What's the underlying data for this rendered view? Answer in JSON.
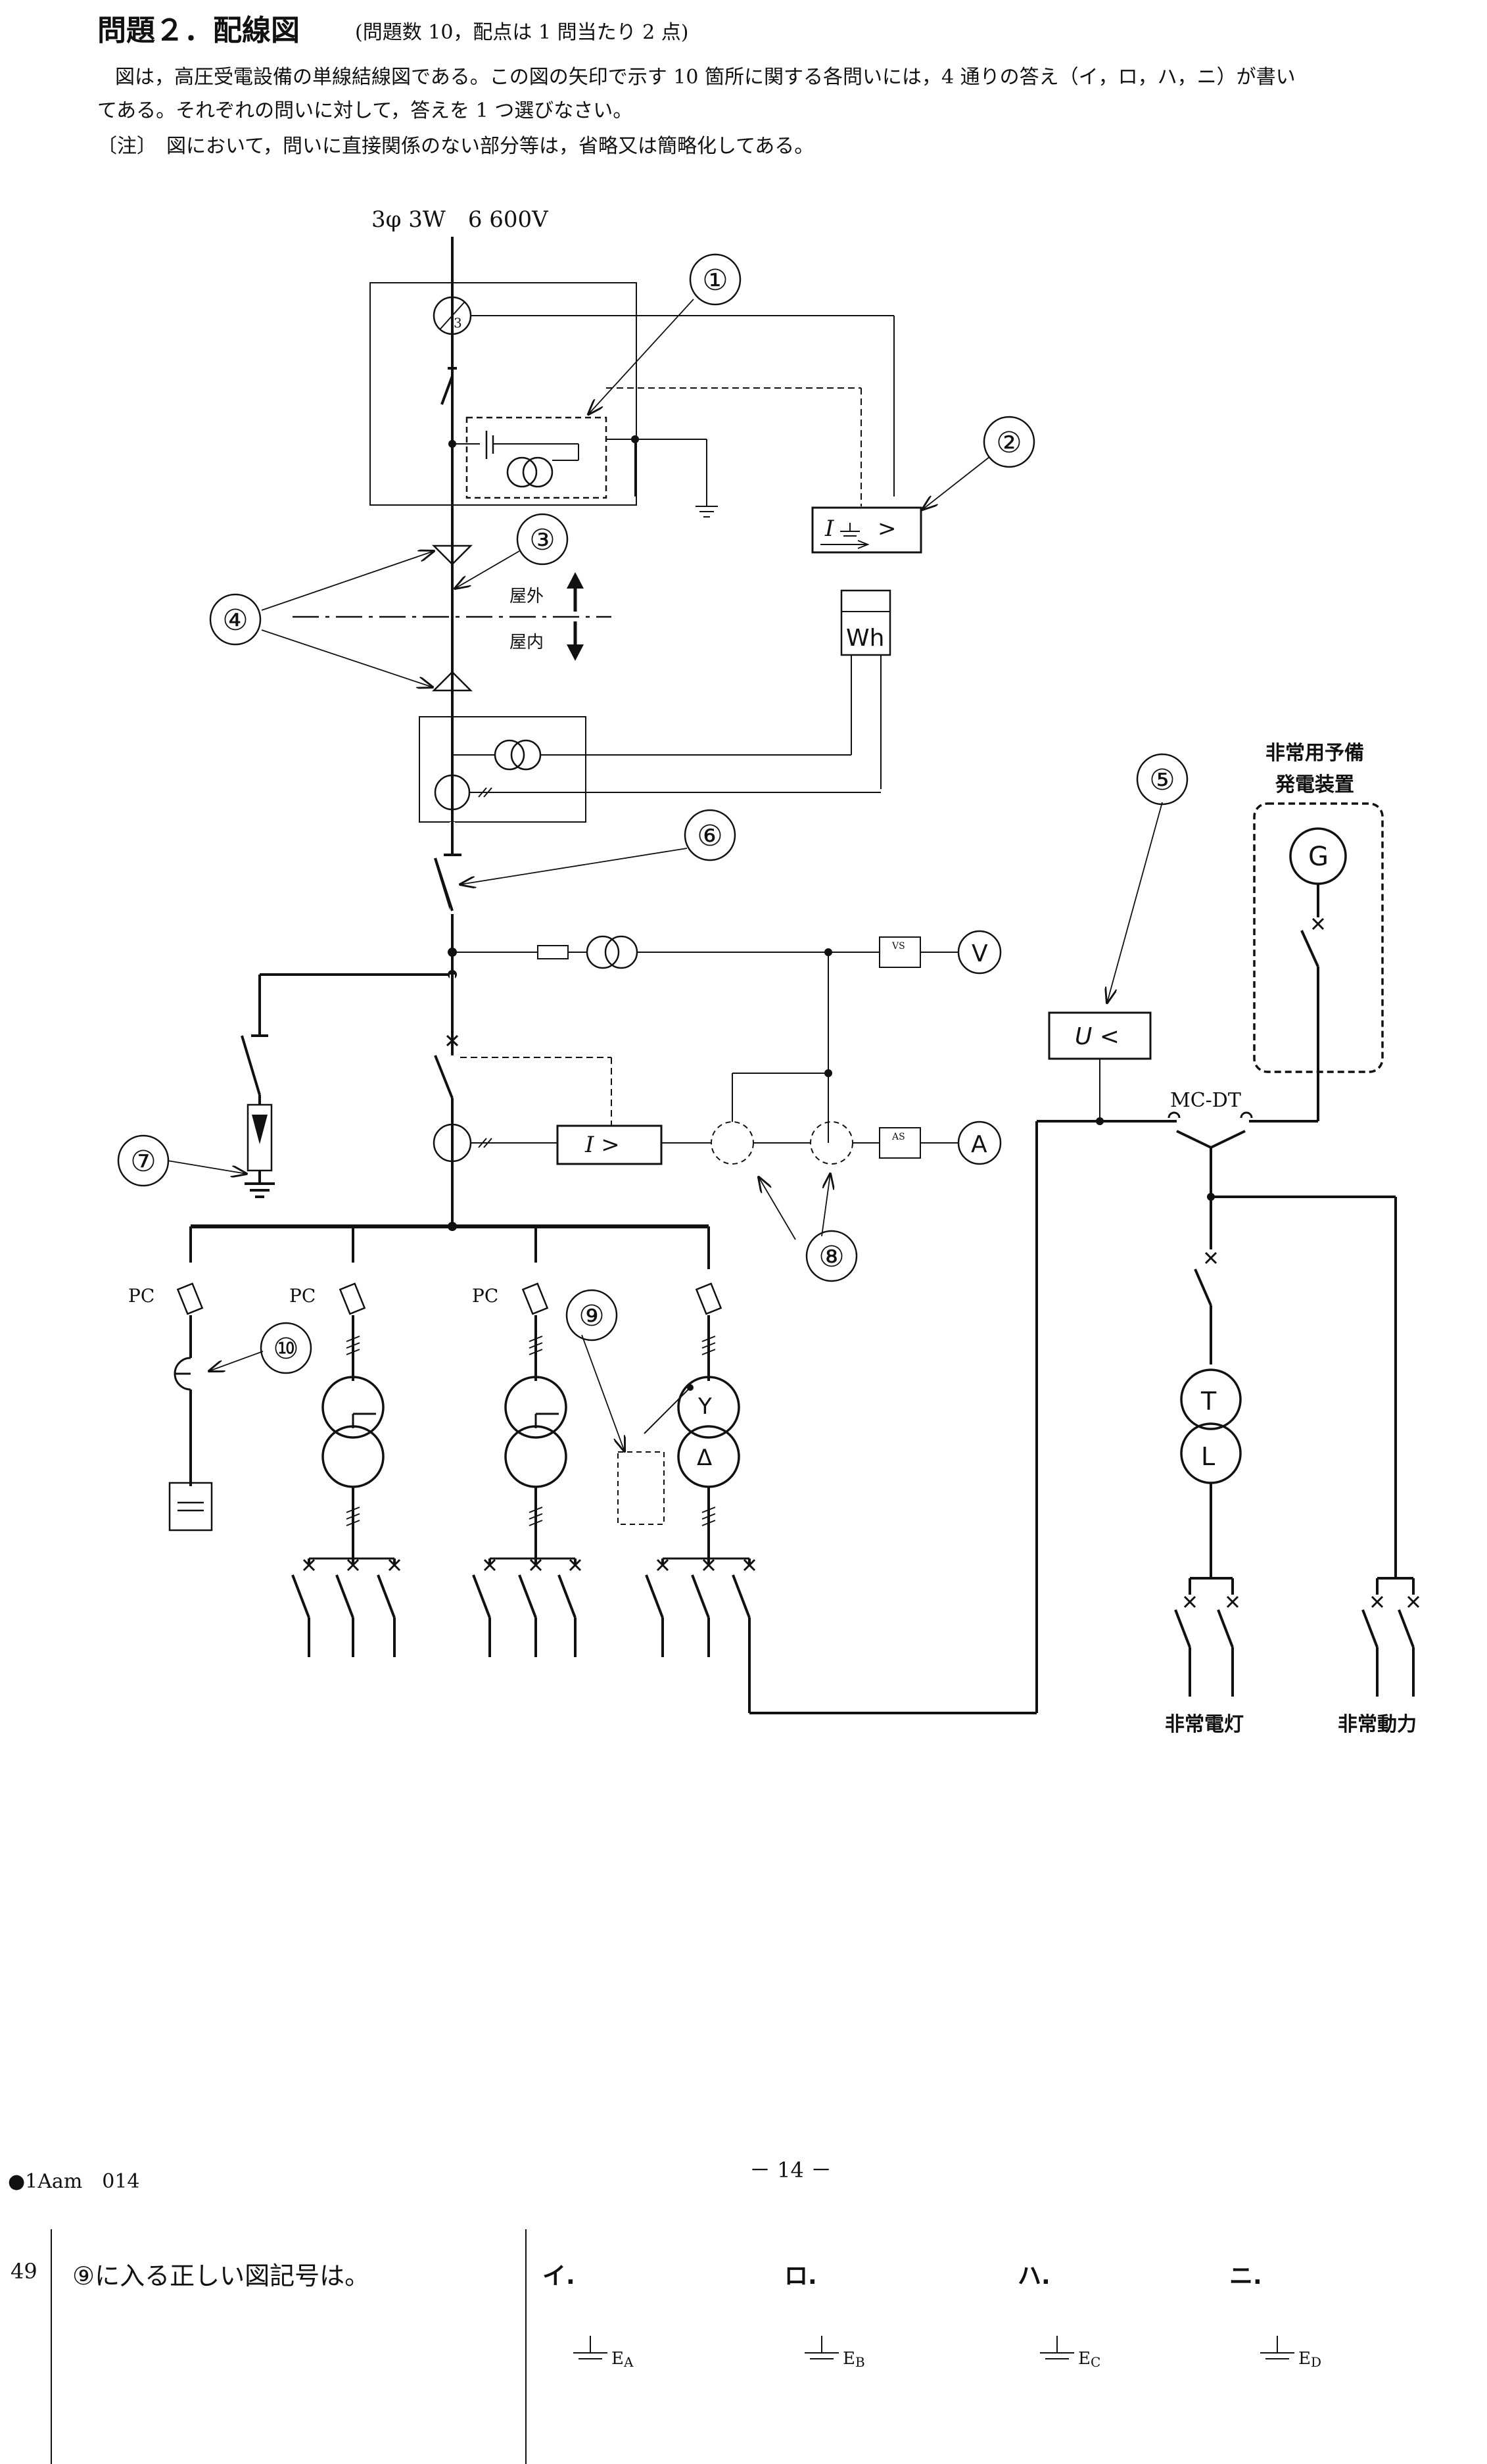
{
  "header": {
    "title": "問題２．配線図",
    "subtitle": "(問題数 10，配点は 1 問当たり 2 点)"
  },
  "intro": {
    "line1": "図は，高圧受電設備の単線結線図である。この図の矢印で示す 10 箇所に関する各問いには，4 通りの答え（イ，ロ，ハ，ニ）が書い",
    "line2": "てある。それぞれの問いに対して，答えを 1 つ選びなさい。",
    "note": "〔注〕　図において，問いに直接関係のない部分等は，省略又は簡略化してある。"
  },
  "diagram": {
    "supply": "3φ 3W　6 600V",
    "markers": [
      "①",
      "②",
      "③",
      "④",
      "⑤",
      "⑥",
      "⑦",
      "⑧",
      "⑨",
      "⑩"
    ],
    "outdoor": "屋外",
    "indoor": "屋内",
    "wh": "Wh",
    "ocr": "I >",
    "uvr": "U <",
    "vs": "VS",
    "as": "AS",
    "volt": "V",
    "amp": "A",
    "pc": "PC",
    "mcdt": "MC-DT",
    "gen_label_1": "非常用予備",
    "gen_label_2": "発電装置",
    "gen": "G",
    "tr_top": "T",
    "tr_bottom": "L",
    "wye": "Y",
    "delta": "Δ",
    "emergency_light": "非常電灯",
    "emergency_power": "非常動力"
  },
  "footer": {
    "page": "－ 14 －",
    "code": "●1Aam　014"
  },
  "question": {
    "number": "49",
    "text": "⑨に入る正しい図記号は。",
    "choices": [
      {
        "label": "イ.",
        "symbol_sub": "A"
      },
      {
        "label": "ロ.",
        "symbol_sub": "B"
      },
      {
        "label": "ハ.",
        "symbol_sub": "C"
      },
      {
        "label": "ニ.",
        "symbol_sub": "D"
      }
    ]
  }
}
